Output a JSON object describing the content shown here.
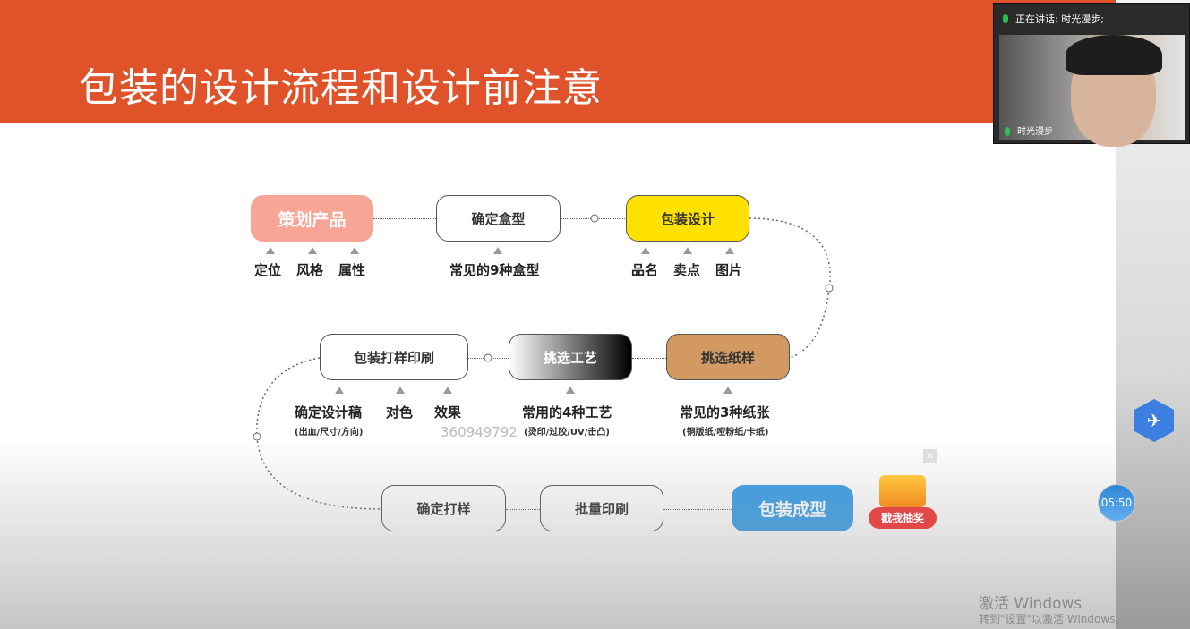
{
  "slide": {
    "title": "包装的设计流程和设计前注意",
    "row1": [
      {
        "label": "策划产品",
        "subs": [
          "定位",
          "风格",
          "属性"
        ]
      },
      {
        "label": "确定盒型",
        "subs": [
          "常见的9种盒型"
        ]
      },
      {
        "label": "包装设计",
        "subs": [
          "品名",
          "卖点",
          "图片"
        ]
      }
    ],
    "row2": [
      {
        "label": "包装打样印刷",
        "subs": [
          "确定设计稿",
          "对色",
          "效果"
        ],
        "note": "(出血/尺寸/方向)"
      },
      {
        "label": "挑选工艺",
        "subs": [
          "常用的4种工艺"
        ],
        "note": "(烫印/过胶/UV/击凸)"
      },
      {
        "label": "挑选纸样",
        "subs": [
          "常见的3种纸张"
        ],
        "note": "(铜版纸/哑粉纸/卡纸)"
      }
    ],
    "row3": [
      {
        "label": "确定打样"
      },
      {
        "label": "批量印刷"
      },
      {
        "label": "包装成型"
      }
    ],
    "watermark": "360949792"
  },
  "video": {
    "speaking": "正在讲话: 时光漫步;",
    "name": "时光漫步"
  },
  "widgets": {
    "lottery": "戳我抽奖",
    "timer": "05:50",
    "close": "×"
  },
  "activation": {
    "title": "激活 Windows",
    "subtitle": "转到\"设置\"以激活 Windows。"
  }
}
